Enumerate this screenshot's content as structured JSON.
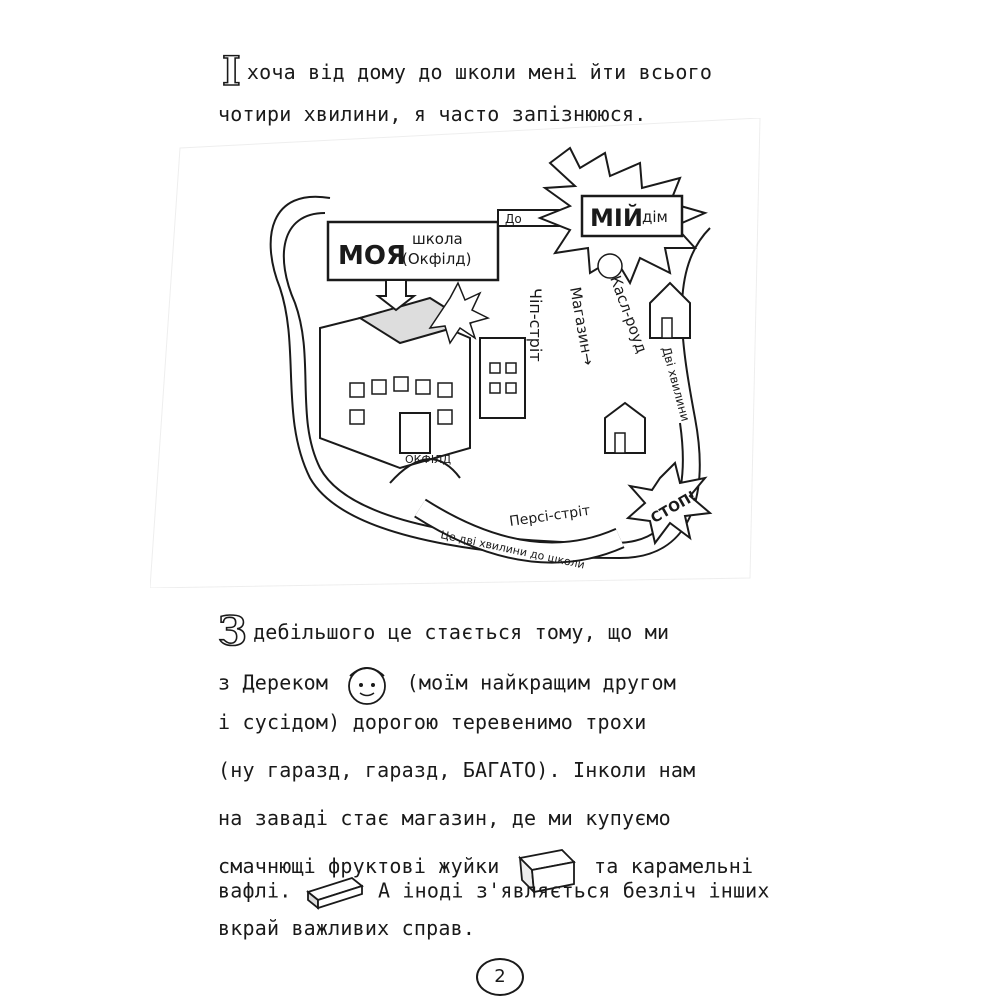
{
  "para1": {
    "dropcap": "І",
    "line1": "хоча від дому до школи мені йти всього",
    "line2": "чотири хвилини, я часто запізнююся."
  },
  "map": {
    "school_word": "МОЯ",
    "school_sub1": "школа",
    "school_sub2": "(Окфілд)",
    "home_word": "МІЙ",
    "home_sub": "дім",
    "do_label": "До",
    "castle_road": "Касл-роуд",
    "shop_label": "Магазин→",
    "chip_street": "Чіп-стріт",
    "two_minutes_right": "Дві хвилини",
    "persi_street": "Персі-стріт",
    "two_minutes_school": "Це дві хвилини до школи",
    "stop": "СТОП!",
    "school_sign": "ОКФІЛД"
  },
  "para2": {
    "dropcap": "З",
    "line1": "дебільшого це стається тому, що ми",
    "line2a": "з Дереком",
    "line2b": "(моїм найкращим другом",
    "line3": "і сусідом) дорогою теревенимо трохи",
    "line4": "(ну гаразд, гаразд, БАГАТО). Інколи нам",
    "line5": "на заваді стає магазин, де ми купуємо",
    "line6a": "смачнющі фруктові жуйки",
    "line6b": "та карамельні",
    "line7a": "вафлі.",
    "line7b": "А іноді з'являється безліч інших",
    "line8": "вкрай важливих справ."
  },
  "footer": {
    "page_number": "2"
  }
}
